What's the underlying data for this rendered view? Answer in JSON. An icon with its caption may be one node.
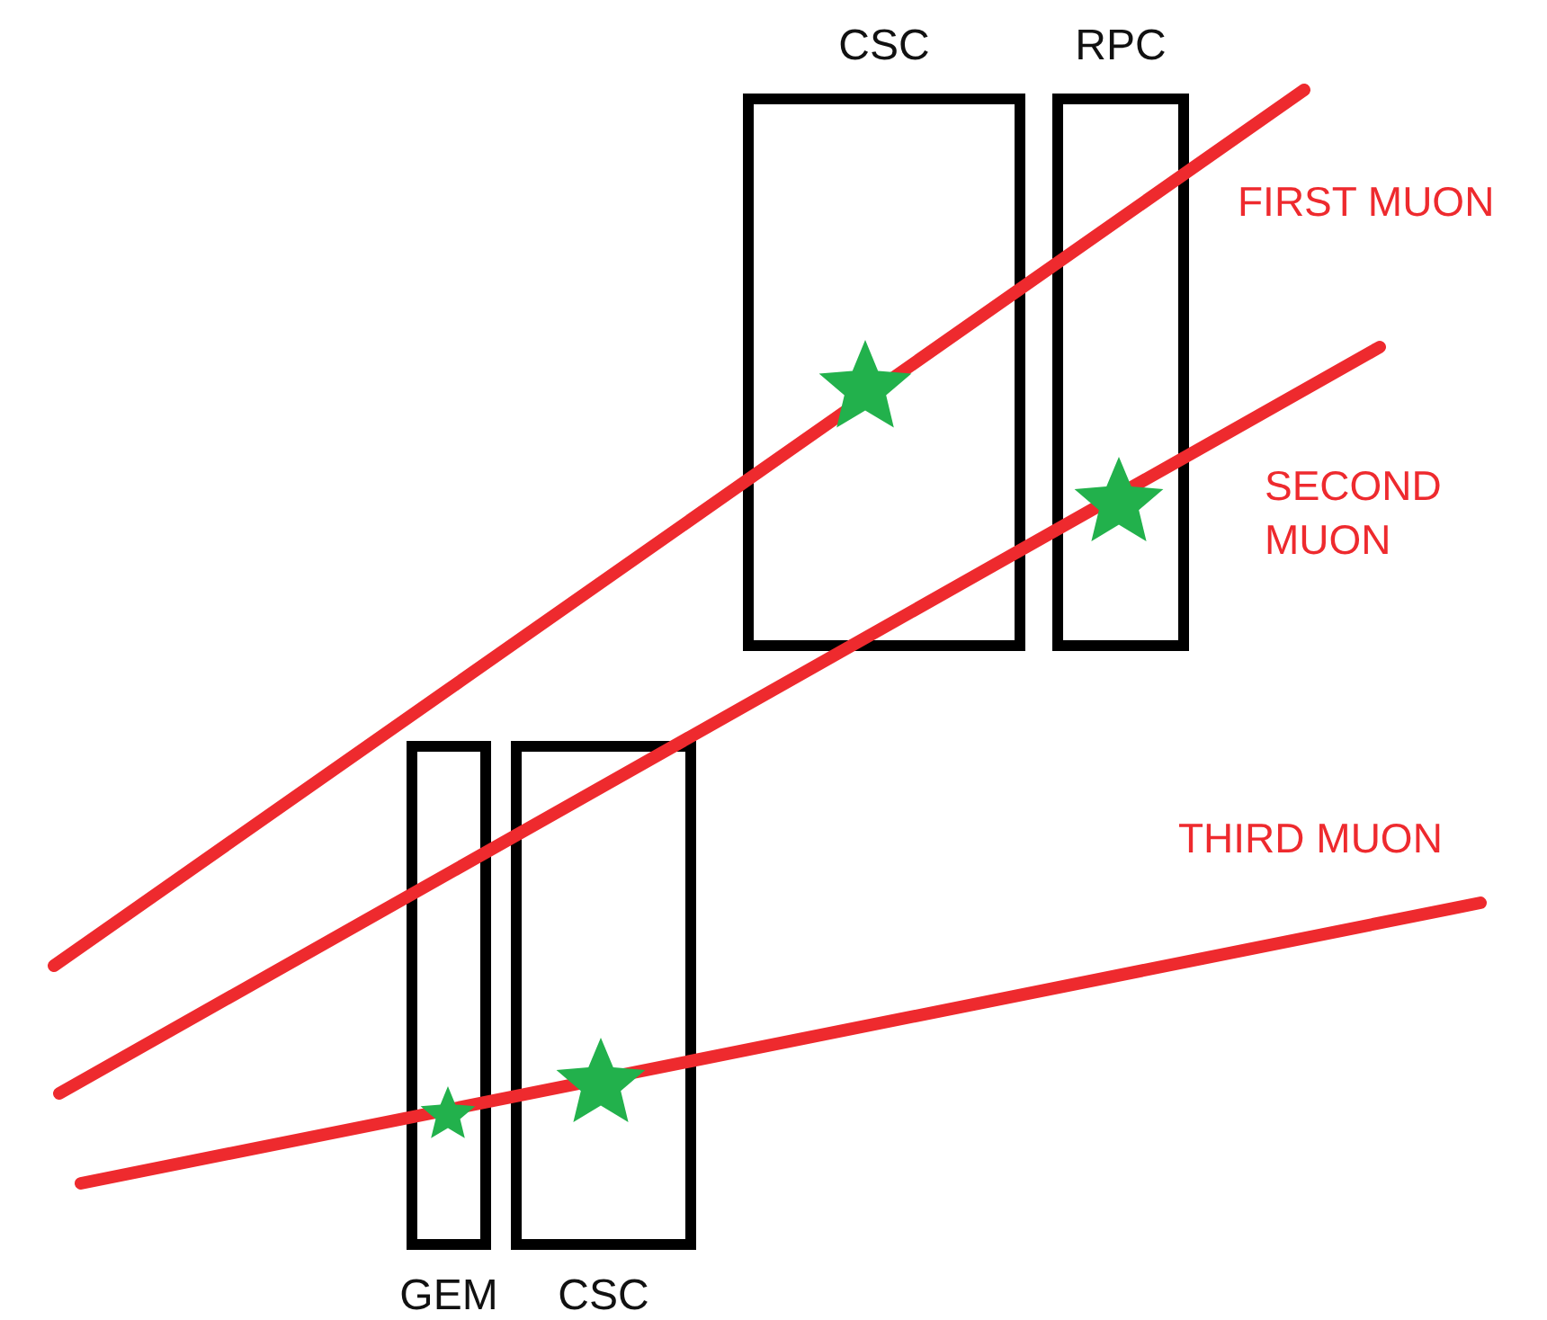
{
  "diagram": {
    "nodes": [
      {
        "text": [
          "CSC"
        ]
      },
      {
        "text": [
          "RPC"
        ]
      },
      {
        "text": [
          "GEM"
        ]
      },
      {
        "text": [
          "CSC"
        ]
      }
    ],
    "labels": [
      "FIRST MUON",
      "SECOND MUON",
      "THIRD MUON"
    ]
  }
}
